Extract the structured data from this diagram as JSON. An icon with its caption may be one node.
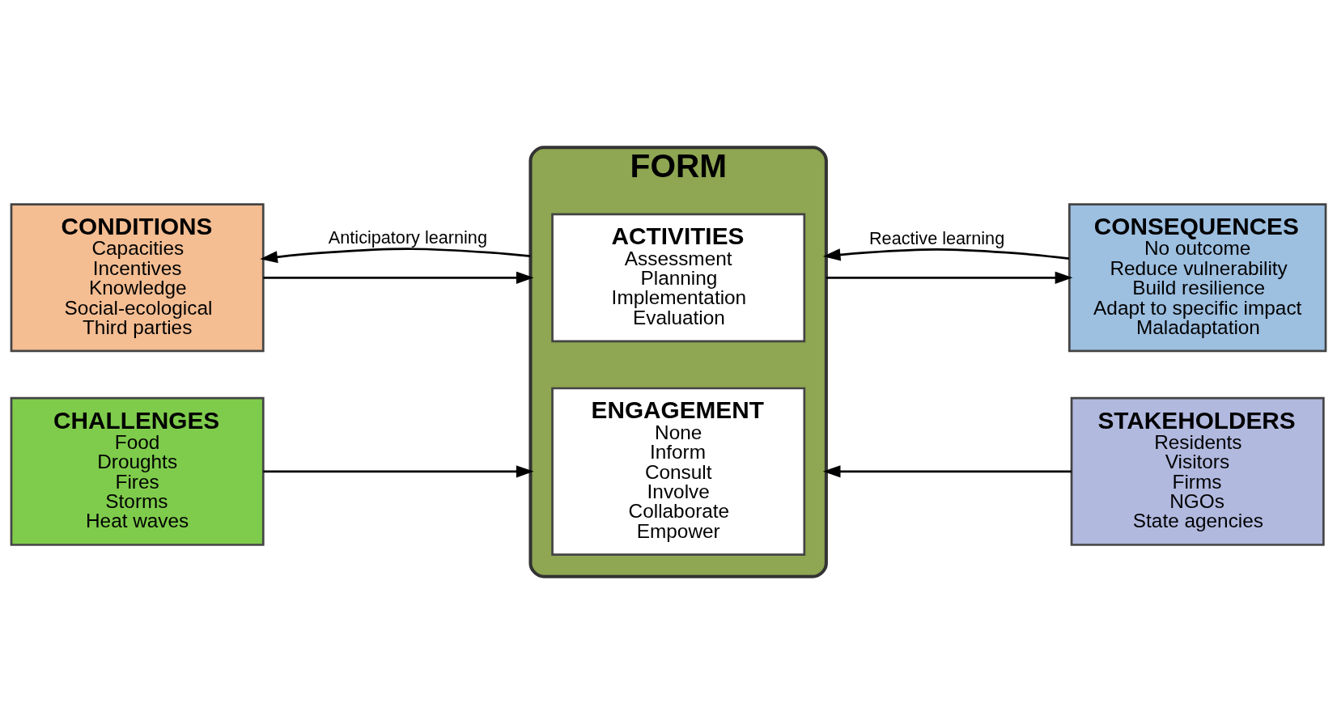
{
  "diagram": {
    "nodes": [
      {
        "text": [
          "FORM"
        ]
      },
      {
        "text": [
          "ACTIVITIES",
          "Assessment",
          "Planning",
          "Implementation",
          "Evaluation"
        ],
        "in": 0
      },
      {
        "text": [
          "ENGAGEMENT",
          "None",
          "Inform",
          "Consult",
          "Involve",
          "Collaborate",
          "Empower"
        ],
        "in": 0
      },
      {
        "text": [
          "CONDITIONS",
          "Capacities",
          "Incentives",
          "Knowledge",
          "Social-ecological",
          "Third parties"
        ]
      },
      {
        "text": [
          "CHALLENGES",
          "Food",
          "Droughts",
          "Fires",
          "Storms",
          "Heat waves"
        ]
      },
      {
        "text": [
          "CONSEQUENCES",
          "No outcome",
          "Reduce vulnerability",
          "Build resilience",
          "Adapt to specific impact",
          "Maladaptation"
        ]
      },
      {
        "text": [
          "STAKEHOLDERS",
          "Residents",
          "Visitors",
          "Firms",
          "NGOs",
          "State agencies"
        ]
      }
    ],
    "edges": [
      {
        "from": 0,
        "to": 3,
        "arrow": "to",
        "label": "Anticipatory learning"
      },
      {
        "from": 5,
        "to": 0,
        "arrow": "to",
        "label": "Reactive learning"
      },
      {
        "from": 3,
        "to": 0,
        "arrow": "to"
      },
      {
        "from": 0,
        "to": 5,
        "arrow": "to"
      },
      {
        "from": 4,
        "to": 0,
        "arrow": "to"
      },
      {
        "from": 6,
        "to": 0,
        "arrow": "to"
      }
    ]
  }
}
